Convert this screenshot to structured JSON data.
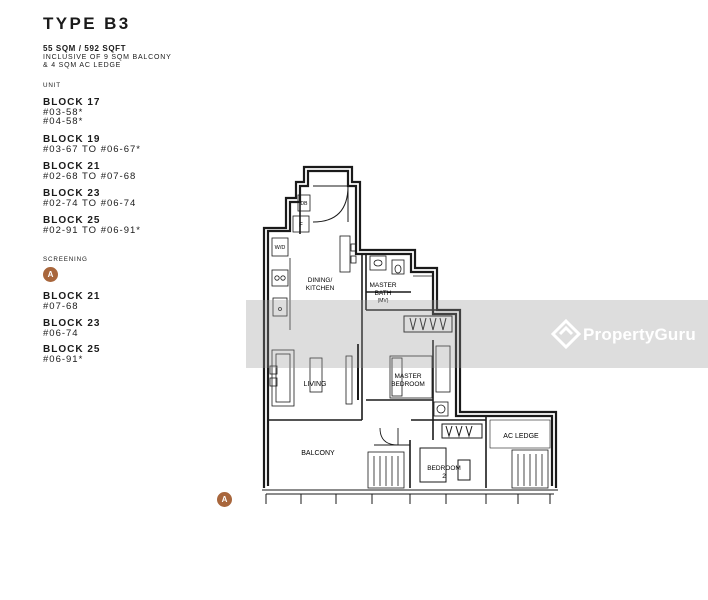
{
  "type_title": "TYPE B3",
  "area": "55 SQM / 592 SQFT",
  "inclusive_line1": "INCLUSIVE OF 9 SQM BALCONY",
  "inclusive_line2": "& 4 SQM AC LEDGE",
  "unit_heading": "UNIT",
  "units": [
    {
      "block": "BLOCK 17",
      "lines": [
        "#03-58*",
        "#04-58*"
      ]
    },
    {
      "block": "BLOCK 19",
      "lines": [
        "#03-67 TO #06-67*"
      ]
    },
    {
      "block": "BLOCK 21",
      "lines": [
        "#02-68 TO #07-68"
      ]
    },
    {
      "block": "BLOCK 23",
      "lines": [
        "#02-74 TO #06-74"
      ]
    },
    {
      "block": "BLOCK 25",
      "lines": [
        "#02-91 TO #06-91*"
      ]
    }
  ],
  "screening_heading": "SCREENING",
  "screening_marker": "A",
  "screening_units": [
    {
      "block": "BLOCK 21",
      "unit": "#07-68"
    },
    {
      "block": "BLOCK 23",
      "unit": "#06-74"
    },
    {
      "block": "BLOCK 25",
      "unit": "#06-91*"
    }
  ],
  "plan_marker": "A",
  "rooms": {
    "db": "DB",
    "f": "F",
    "wd": "W/D",
    "dining_1": "DINING/",
    "dining_2": "KITCHEN",
    "bath_1": "MASTER",
    "bath_2": "BATH",
    "bath_3": "(MV)",
    "living": "LIVING",
    "master_1": "MASTER",
    "master_2": "BEDROOM",
    "balcony": "BALCONY",
    "bed2_1": "BEDROOM",
    "bed2_2": "2",
    "ac_ledge": "AC LEDGE"
  },
  "watermark": "PropertyGuru",
  "colors": {
    "accent": "#a8663c",
    "wall": "#1a1a1a"
  }
}
